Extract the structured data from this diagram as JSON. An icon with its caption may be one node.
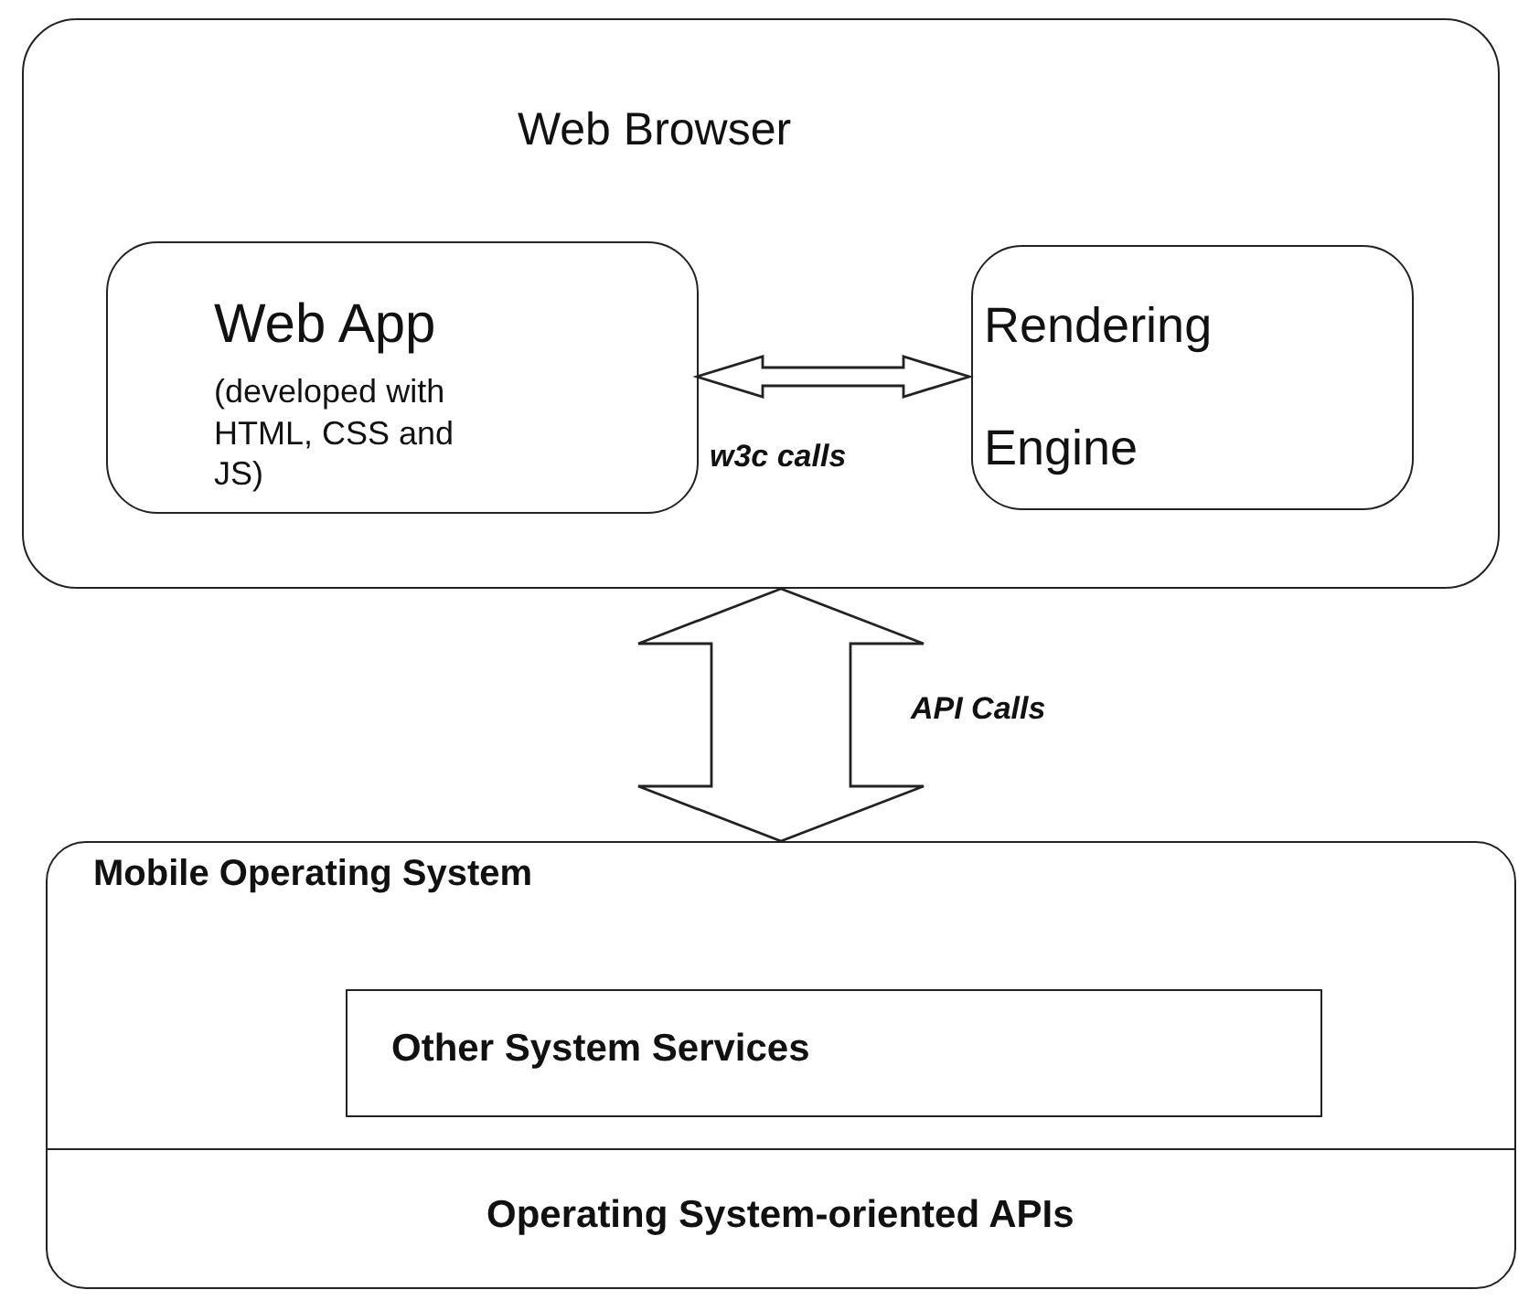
{
  "diagram": {
    "nodes": [
      {
        "text": [
          "Web Browser"
        ]
      },
      {
        "text": [
          "Web App",
          "(developed with HTML, CSS and JS)"
        ],
        "in": 0
      },
      {
        "text": [
          "Rendering",
          "Engine"
        ],
        "in": 0
      },
      {
        "text": [
          "Mobile Operating System"
        ]
      },
      {
        "text": [
          "Other System Services"
        ],
        "in": 3
      },
      {
        "text": [
          "Operating System-oriented APIs"
        ],
        "in": 3
      }
    ],
    "edges": [
      {
        "from": 1,
        "to": 2,
        "arrow": "both",
        "label": "w3c calls"
      },
      {
        "from": 0,
        "to": 3,
        "arrow": "both",
        "label": "API Calls"
      }
    ]
  }
}
